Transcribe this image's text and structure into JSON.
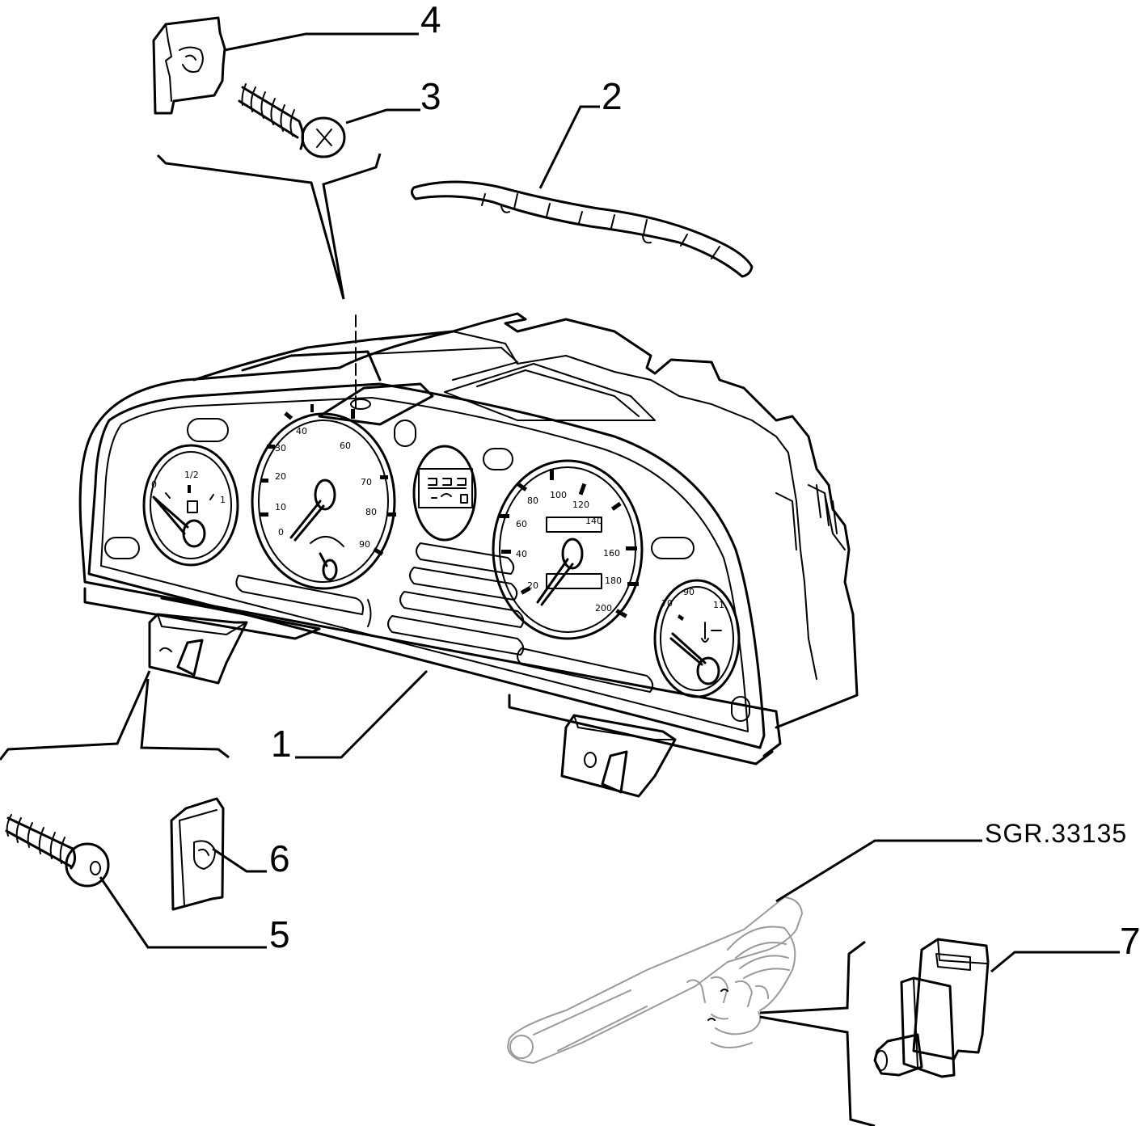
{
  "diagram": {
    "drawing_code": "SGR.33135",
    "callouts": [
      {
        "id": "1",
        "label": "1"
      },
      {
        "id": "2",
        "label": "2"
      },
      {
        "id": "3",
        "label": "3"
      },
      {
        "id": "4",
        "label": "4"
      },
      {
        "id": "5",
        "label": "5"
      },
      {
        "id": "6",
        "label": "6"
      },
      {
        "id": "7",
        "label": "7"
      }
    ],
    "gauges": {
      "fuel": {
        "left": "0",
        "mid": "1/2",
        "right": "1"
      },
      "tachometer": [
        "0",
        "10",
        "20",
        "30",
        "40",
        "60",
        "70",
        "80",
        "90"
      ],
      "speedometer": [
        "20",
        "40",
        "60",
        "80",
        "100",
        "120",
        "140",
        "160",
        "180",
        "200"
      ],
      "temperature": [
        "70",
        "90",
        "11"
      ]
    }
  }
}
